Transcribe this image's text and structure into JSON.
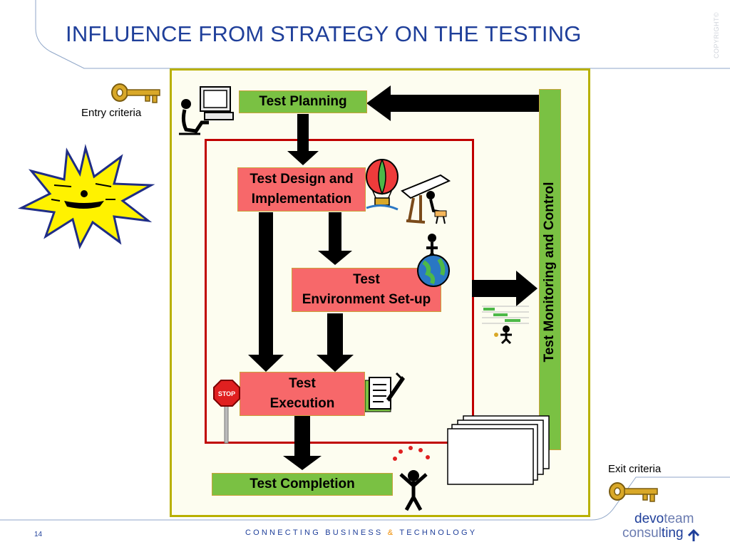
{
  "slide": {
    "title": "INFLUENCE FROM STRATEGY ON THE TESTING",
    "copyright": "COPYRIGHT©",
    "page_number": "14"
  },
  "labels": {
    "entry_criteria": "Entry criteria",
    "exit_criteria": "Exit criteria"
  },
  "boxes": {
    "test_planning": "Test Planning",
    "design_line1": "Test Design and",
    "design_line2": "Implementation",
    "env_line1": "Test",
    "env_line2": "Environment Set-up",
    "exec_line1": "Test",
    "exec_line2": "Execution",
    "test_completion": "Test Completion",
    "monitoring_control": "Test Monitoring and Control"
  },
  "stop_sign": "STOP",
  "footer": {
    "tag_part1": "CONNECTING BUSINESS",
    "tag_amp": "&",
    "tag_part2": "TECHNOLOGY",
    "logo_word1": "devo",
    "logo_word2": "team",
    "logo_word3": "consul",
    "logo_word4": "ting"
  },
  "colors": {
    "title_blue": "#1f3f9a",
    "box_green": "#7ac143",
    "box_red": "#f7686a",
    "frame_olive": "#b8b000",
    "inner_frame_red": "#c00000",
    "footer_orange": "#f08c00"
  },
  "icons": [
    "key-icon",
    "computer-user-icon",
    "explosion-icon",
    "hot-air-balloon-icon",
    "drafting-table-icon",
    "globe-person-icon",
    "gantt-chart-icon",
    "stop-sign-icon",
    "document-pen-icon",
    "juggler-icon",
    "document-stack-icon"
  ]
}
